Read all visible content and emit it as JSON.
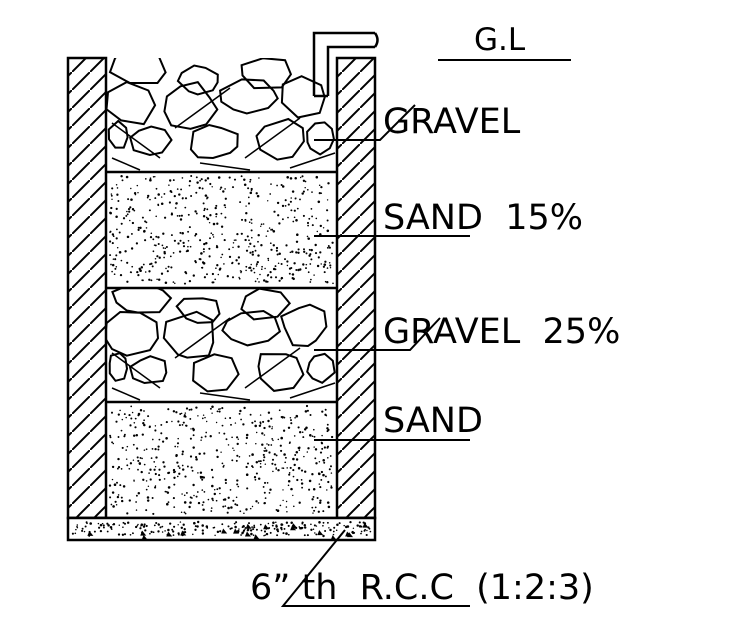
{
  "labels": {
    "ground_level": "G.L",
    "layer_1": "GRAVEL",
    "layer_2": "SAND  15%",
    "layer_3": "GRAVEL  25%",
    "layer_4": "SAND",
    "base": "6” th  R.C.C  (1:2:3)"
  },
  "colors": {
    "line": "#000000",
    "background": "#ffffff"
  }
}
